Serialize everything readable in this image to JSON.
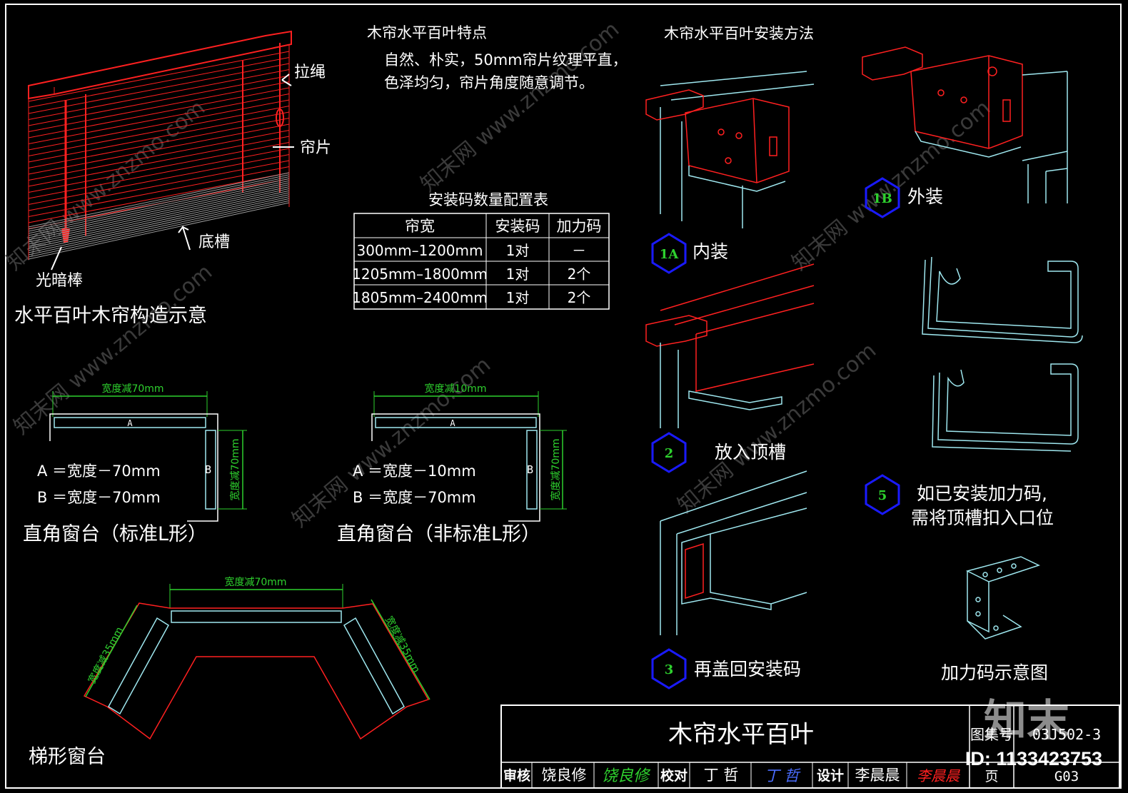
{
  "colors": {
    "background": "#000000",
    "border": "#ffffff",
    "red": "#ff2020",
    "cyan": "#9fe8f0",
    "green": "#2ed12e",
    "blue_circle": "#1a1aff",
    "grey_hatch": "#9a9a9a",
    "watermark": "#3a3a3a"
  },
  "blind": {
    "label_pull_cord": "拉绳",
    "label_slat": "帘片",
    "label_bottom_rail": "底槽",
    "label_wand": "光暗棒",
    "caption": "水平百叶木帘构造示意"
  },
  "features": {
    "title": "木帘水平百叶特点",
    "line1": "自然、朴实，50mm帘片纹理平直，",
    "line2": "色泽均匀，帘片角度随意调节。"
  },
  "table": {
    "title": "安装码数量配置表",
    "headers": [
      "帘宽",
      "安装码",
      "加力码"
    ],
    "rows": [
      [
        "300mm–1200mm",
        "1对",
        "－"
      ],
      [
        "1205mm–1800mm",
        "1对",
        "2个"
      ],
      [
        "1805mm–2400mm",
        "1对",
        "2个"
      ]
    ]
  },
  "install": {
    "title": "木帘水平百叶安装方法",
    "step_1a_num": "1A",
    "step_1a_text": "内装",
    "step_1b_num": "1B",
    "step_1b_text": "外装",
    "step_2_num": "2",
    "step_2_text": "放入顶槽",
    "step_3_num": "3",
    "step_3_text": "再盖回安装码",
    "step_5_num": "5",
    "step_5_line1": "如已安装加力码,",
    "step_5_line2": "需将顶槽扣入口位",
    "bracket_caption": "加力码示意图"
  },
  "sill_standard": {
    "dim_top": "宽度减70mm",
    "dim_side": "宽度减70mm",
    "label_a": "A",
    "label_b": "B",
    "formula_a": "A ＝宽度－70mm",
    "formula_b": "B ＝宽度－70mm",
    "caption": "直角窗台（标准L形）"
  },
  "sill_nonstandard": {
    "dim_top": "宽度减10mm",
    "dim_side": "宽度减70mm",
    "label_a": "A",
    "label_b": "B",
    "formula_a": "A ＝宽度－10mm",
    "formula_b": "B ＝宽度－70mm",
    "caption": "直角窗台（非标准L形）"
  },
  "sill_trapezoid": {
    "dim_top": "宽度减70mm",
    "dim_left": "宽度减35mm",
    "dim_right": "宽度减35mm",
    "caption": "梯形窗台"
  },
  "title_block": {
    "title": "木帘水平百叶",
    "atlas_label": "图集号",
    "atlas_no": "03J502-3",
    "review_label": "审核",
    "review_name": "饶良修",
    "review_sign": "饶良修",
    "check_label": "校对",
    "check_name": "丁 哲",
    "check_sign": "丁 哲",
    "design_label": "设计",
    "design_name": "李晨晨",
    "design_sign": "李晨晨",
    "page_label": "页",
    "page_no": "G03"
  },
  "watermark": {
    "site": "知末网 www.znzmo.com",
    "logo": "知末",
    "id": "ID: 1133423753"
  }
}
